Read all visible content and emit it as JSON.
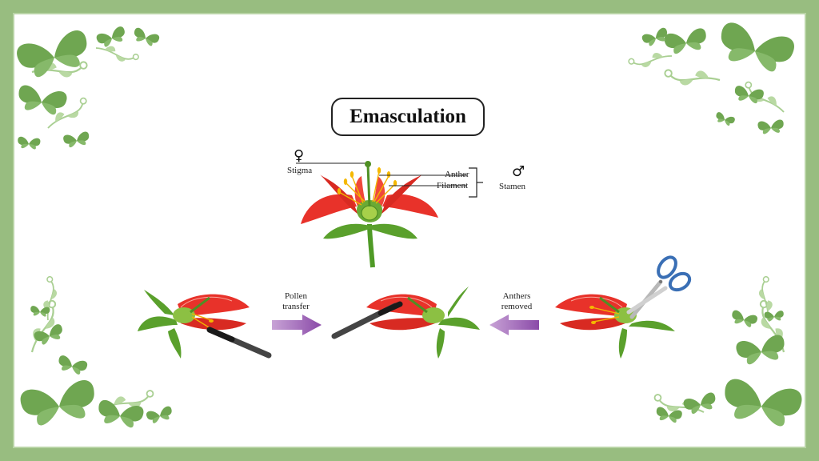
{
  "title": "Emasculation",
  "parts": {
    "female_symbol": "♀",
    "stigma": "Stigma",
    "anther": "Anther",
    "filament": "Filament",
    "male_symbol": "♂",
    "stamen": "Stamen"
  },
  "steps": {
    "pollen_transfer": [
      "Pollen",
      "transfer"
    ],
    "anthers_removed": [
      "Anthers",
      "removed"
    ]
  },
  "colors": {
    "frame": "#98bd80",
    "petal": "#e8322a",
    "sepal": "#5aa02c",
    "anther": "#f5b800",
    "arrow": "#9a5bb5"
  }
}
